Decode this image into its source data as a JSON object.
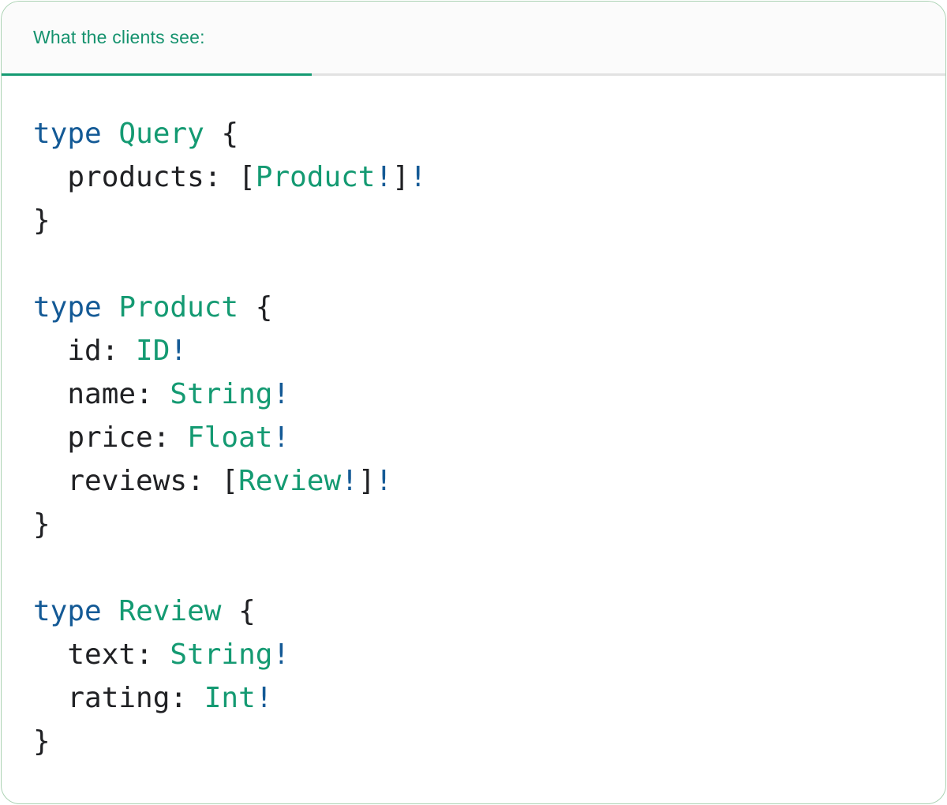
{
  "colors": {
    "header_teal": "#15926e",
    "accent_tab_green": "#149a72",
    "keyword_blue": "#145a96",
    "typename_green": "#149a72",
    "code_plain": "#202124",
    "header_bg": "#fbfbfb",
    "divider_gray": "#e2e2e2",
    "card_border_green": "#abd2b3"
  },
  "card": {
    "header": {
      "title": "What the clients see:"
    },
    "code": {
      "language": "graphql",
      "lines": [
        {
          "tokens": [
            {
              "text": "type",
              "type": "keyword"
            },
            {
              "text": " ",
              "type": "plain"
            },
            {
              "text": "Query",
              "type": "typename"
            },
            {
              "text": " {",
              "type": "plain"
            }
          ]
        },
        {
          "tokens": [
            {
              "text": "  products: [",
              "type": "plain"
            },
            {
              "text": "Product",
              "type": "typename"
            },
            {
              "text": "!",
              "type": "keyword"
            },
            {
              "text": "]",
              "type": "plain"
            },
            {
              "text": "!",
              "type": "keyword"
            }
          ]
        },
        {
          "tokens": [
            {
              "text": "}",
              "type": "plain"
            }
          ]
        },
        {
          "tokens": []
        },
        {
          "tokens": [
            {
              "text": "type",
              "type": "keyword"
            },
            {
              "text": " ",
              "type": "plain"
            },
            {
              "text": "Product",
              "type": "typename"
            },
            {
              "text": " {",
              "type": "plain"
            }
          ]
        },
        {
          "tokens": [
            {
              "text": "  id: ",
              "type": "plain"
            },
            {
              "text": "ID",
              "type": "typename"
            },
            {
              "text": "!",
              "type": "keyword"
            }
          ]
        },
        {
          "tokens": [
            {
              "text": "  name: ",
              "type": "plain"
            },
            {
              "text": "String",
              "type": "typename"
            },
            {
              "text": "!",
              "type": "keyword"
            }
          ]
        },
        {
          "tokens": [
            {
              "text": "  price: ",
              "type": "plain"
            },
            {
              "text": "Float",
              "type": "typename"
            },
            {
              "text": "!",
              "type": "keyword"
            }
          ]
        },
        {
          "tokens": [
            {
              "text": "  reviews: [",
              "type": "plain"
            },
            {
              "text": "Review",
              "type": "typename"
            },
            {
              "text": "!",
              "type": "keyword"
            },
            {
              "text": "]",
              "type": "plain"
            },
            {
              "text": "!",
              "type": "keyword"
            }
          ]
        },
        {
          "tokens": [
            {
              "text": "}",
              "type": "plain"
            }
          ]
        },
        {
          "tokens": []
        },
        {
          "tokens": [
            {
              "text": "type",
              "type": "keyword"
            },
            {
              "text": " ",
              "type": "plain"
            },
            {
              "text": "Review",
              "type": "typename"
            },
            {
              "text": " {",
              "type": "plain"
            }
          ]
        },
        {
          "tokens": [
            {
              "text": "  text: ",
              "type": "plain"
            },
            {
              "text": "String",
              "type": "typename"
            },
            {
              "text": "!",
              "type": "keyword"
            }
          ]
        },
        {
          "tokens": [
            {
              "text": "  rating: ",
              "type": "plain"
            },
            {
              "text": "Int",
              "type": "typename"
            },
            {
              "text": "!",
              "type": "keyword"
            }
          ]
        },
        {
          "tokens": [
            {
              "text": "}",
              "type": "plain"
            }
          ]
        }
      ]
    }
  }
}
